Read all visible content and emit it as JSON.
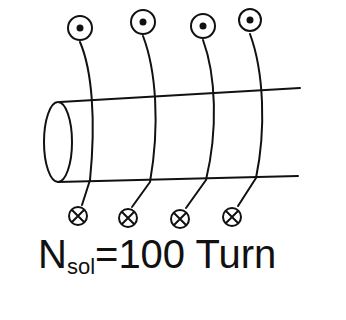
{
  "diagram": {
    "labels": [
      "N",
      "sol",
      "=100 Turn"
    ]
  }
}
